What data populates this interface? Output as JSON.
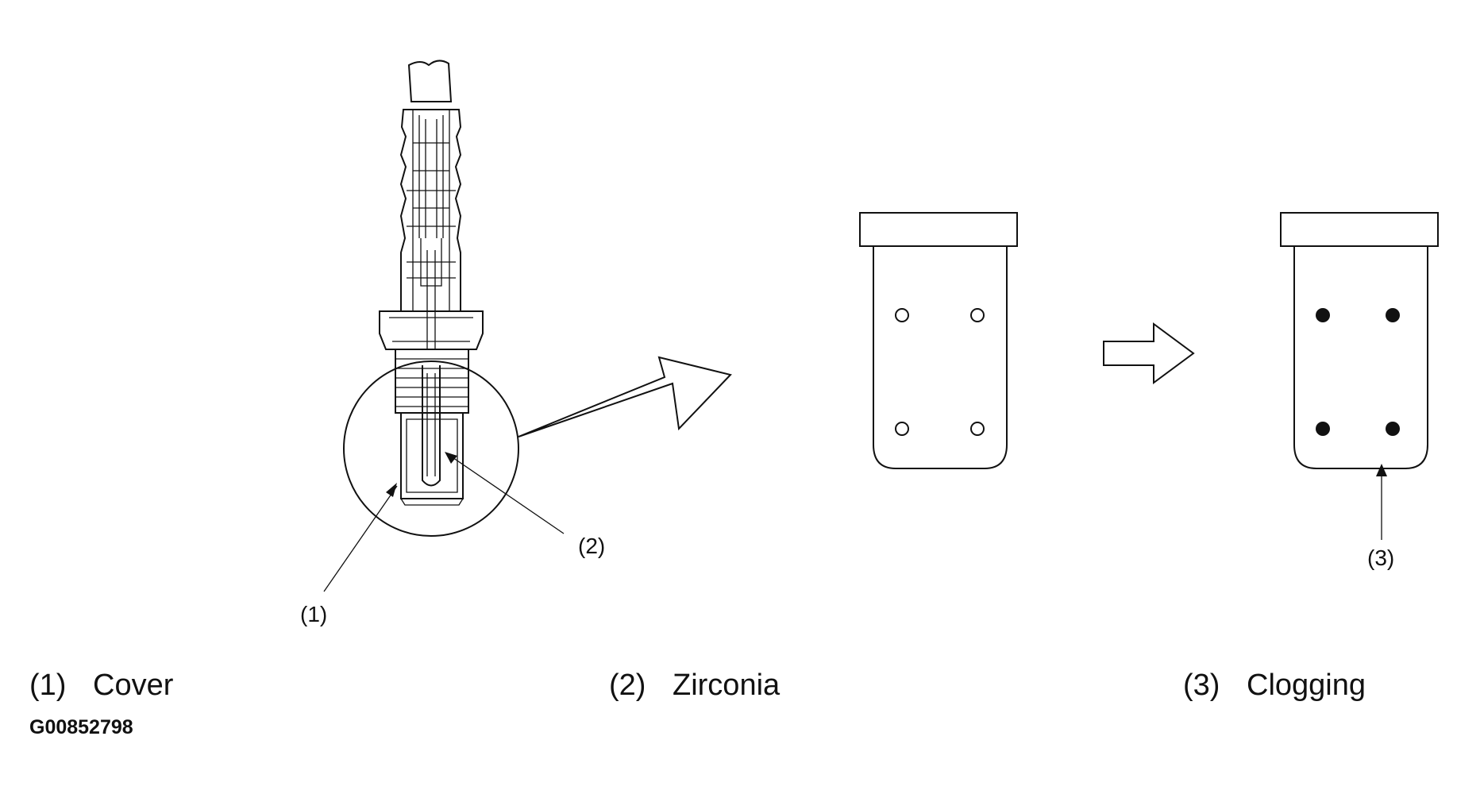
{
  "callouts": {
    "c1": "(1)",
    "c2": "(2)",
    "c3": "(3)"
  },
  "legend": [
    {
      "num": "(1)",
      "label": "Cover"
    },
    {
      "num": "(2)",
      "label": "Zirconia"
    },
    {
      "num": "(3)",
      "label": "Clogging"
    }
  ],
  "figure_id": "G00852798"
}
